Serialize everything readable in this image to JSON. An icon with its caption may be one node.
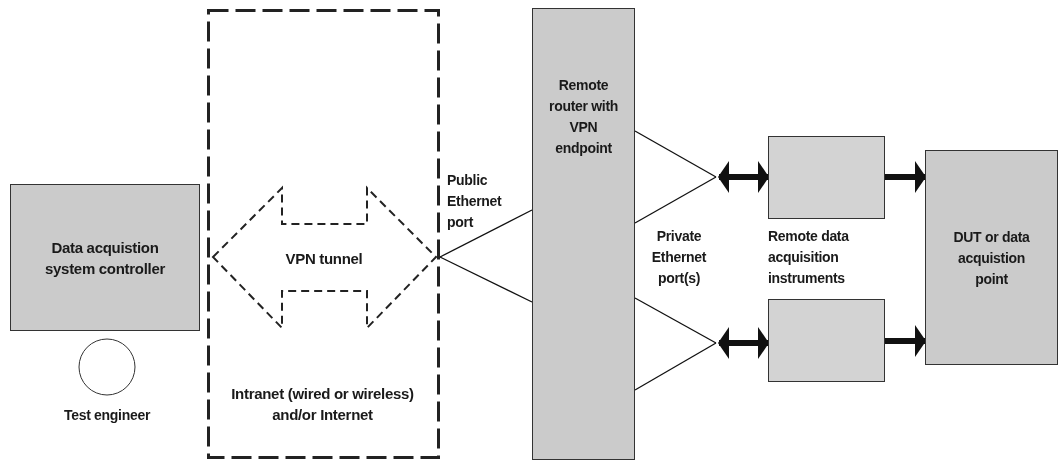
{
  "diagram": {
    "nodes": [
      {
        "text": [
          "Data acquistion system controller"
        ]
      },
      {
        "text": [
          "Test engineer"
        ]
      },
      {
        "text": [
          "Intranet (wired or wireless) and/or Internet"
        ]
      },
      {
        "text": [
          "VPN tunnel"
        ],
        "in": 2
      },
      {
        "text": [
          "Remote router with VPN endpoint"
        ]
      },
      {
        "text": [],
        "shape": "box"
      },
      {
        "text": [],
        "shape": "box"
      },
      {
        "text": [
          "DUT or data acquistion point"
        ]
      }
    ],
    "edges": [
      {
        "from": 4,
        "to": 2,
        "arrow": "none"
      },
      {
        "from": 4,
        "to": 2,
        "arrow": "none"
      },
      {
        "from": 4,
        "to": null,
        "arrow": "none"
      },
      {
        "from": 4,
        "to": null,
        "arrow": "none"
      },
      {
        "from": 4,
        "to": null,
        "arrow": "none"
      },
      {
        "from": 4,
        "to": null,
        "arrow": "none"
      },
      {
        "from": null,
        "to": 5,
        "arrow": "both",
        "style": "thick"
      },
      {
        "from": null,
        "to": 6,
        "arrow": "both",
        "style": "thick"
      },
      {
        "from": 5,
        "to": 7,
        "arrow": "to",
        "style": "thick"
      },
      {
        "from": 6,
        "to": 7,
        "arrow": "to",
        "style": "thick"
      }
    ],
    "labels": [
      "Public Ethernet port",
      "Private Ethernet port(s)",
      "Remote data acquisition instruments"
    ]
  }
}
